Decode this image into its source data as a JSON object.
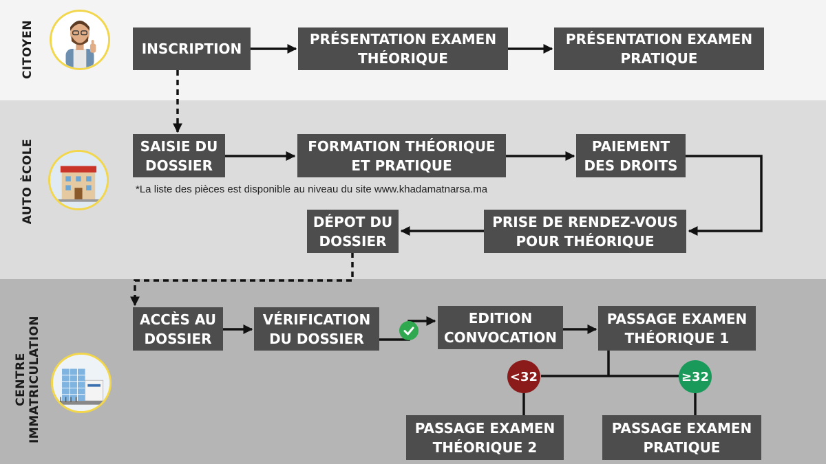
{
  "lanes": {
    "citoyen": "CITOYEN",
    "auto_ecole": "AUTO ÈCOLE",
    "centre": "CENTRE\nIMMATRICULATION"
  },
  "steps": {
    "inscription": "INSCRIPTION",
    "presentation_theorique": "PRÉSENTATION EXAMEN\nTHÉORIQUE",
    "presentation_pratique": "PRÉSENTATION EXAMEN\nPRATIQUE",
    "saisie_dossier": "SAISIE DU\nDOSSIER",
    "formation": "FORMATION THÉORIQUE\nET PRATIQUE",
    "paiement": "PAIEMENT\nDES DROITS",
    "rendez_vous": "PRISE DE RENDEZ-VOUS\nPOUR THÉORIQUE",
    "depot_dossier": "DÉPOT DU\nDOSSIER",
    "acces_dossier": "ACCÈS AU\nDOSSIER",
    "verification": "VÉRIFICATION\nDU DOSSIER",
    "edition": "EDITION\nCONVOCATION",
    "passage_theorique_1": "PASSAGE EXAMEN\nTHÉORIQUE 1",
    "passage_theorique_2": "PASSAGE EXAMEN\nTHÉORIQUE 2",
    "passage_pratique": "PASSAGE EXAMEN\nPRATIQUE"
  },
  "note": "*La liste des pièces est disponible au niveau du site www.khadamatnarsa.ma",
  "badges": {
    "less": "<32",
    "more": "≥32"
  },
  "colors": {
    "box": "#4d4d4d",
    "badge_less": "#8b1a1a",
    "badge_more": "#1a9a5a",
    "check": "#2fa84f",
    "avatar_border": "#f2d64b"
  },
  "icons": {
    "citoyen": "man-thumbs-up-icon",
    "auto_ecole": "school-building-icon",
    "centre": "office-building-icon",
    "validation": "check-circle-icon"
  }
}
